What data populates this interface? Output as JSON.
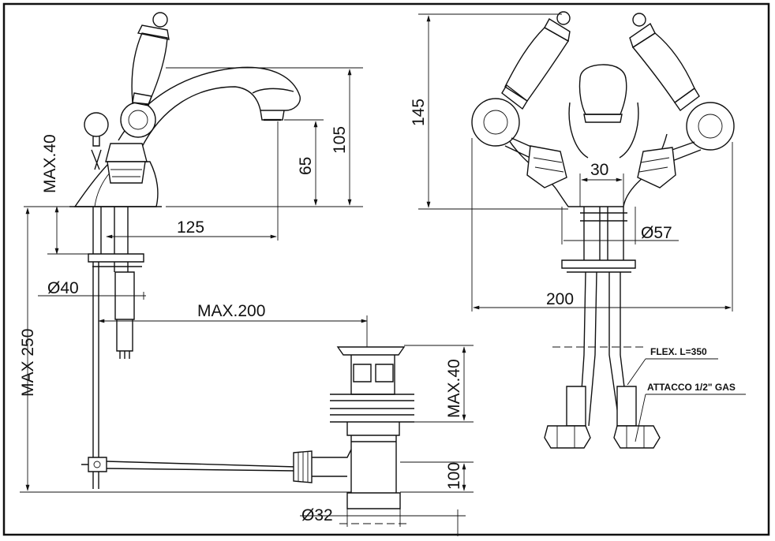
{
  "dimensions": {
    "max40_top": "MAX.40",
    "d105": "105",
    "d65": "65",
    "d125": "125",
    "d40": "Ø40",
    "max200": "MAX.200",
    "max250": "MAX 250",
    "max40_bottom": "MAX.40",
    "d100": "100",
    "d32": "Ø32",
    "d145": "145",
    "d30": "30",
    "d57": "Ø57",
    "d200": "200"
  },
  "notes": {
    "flex": "FLEX. L=350",
    "attacco": "ATTACCO 1/2\" GAS"
  }
}
